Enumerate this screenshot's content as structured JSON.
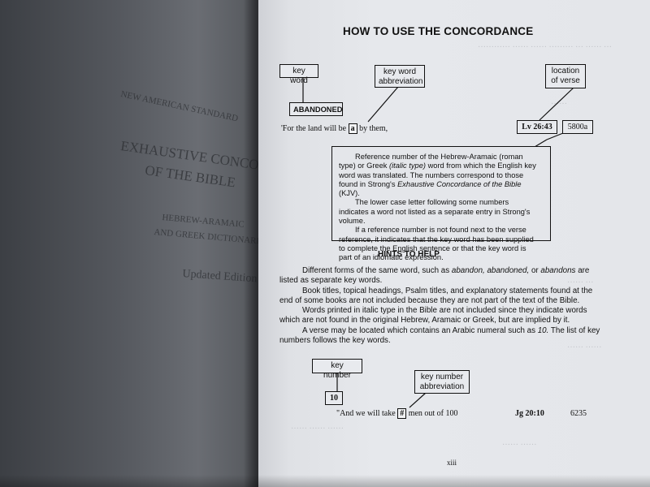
{
  "left_page": {
    "ghost_lines": [
      "NEW AMERICAN STANDARD",
      "EXHAUSTIVE CONCORDANCE",
      "OF THE BIBLE",
      "HEBREW-ARAMAIC",
      "AND GREEK DICTIONARIES",
      "Updated Edition"
    ]
  },
  "page": {
    "title": "HOW TO USE THE CONCORDANCE",
    "page_number": "xiii"
  },
  "diagram_top": {
    "key_word_label": "key word",
    "key_word_abbrev_label": "key word abbreviation",
    "location_label": "location of verse",
    "headword": "ABANDONED",
    "example_prefix": "'For the land will be",
    "example_abbrev": "a",
    "example_suffix": "by them,",
    "verse_ref": "Lv 26:43",
    "ref_number": "5800a"
  },
  "info_box": {
    "p1_a": "Reference number of the Hebrew-Aramaic (roman type) or Greek",
    "p1_italic": "(italic type)",
    "p1_b": "word from which the English key word was translated. The numbers correspond to those found in Strong's",
    "p1_italic2": "Exhaustive Concordance of the Bible",
    "p1_c": "(KJV).",
    "p2": "The lower case letter following some numbers indicates a word not listed as a separate entry in Strong's volume.",
    "p3": "If a reference number is not found next to the verse reference, it indicates that the key word has been supplied to complete the English sentence or that the key word is part of an idiomatic expression."
  },
  "hints": {
    "heading": "HINTS TO HELP",
    "h1_a": "Different forms of the same word, such as",
    "h1_i1": "abandon, abandoned,",
    "h1_b": "or",
    "h1_i2": "abandons",
    "h1_c": "are listed as separate key words.",
    "h2": "Book titles, topical headings, Psalm titles, and explanatory statements found at the end of some books are not included because they are not part of the text of the Bible.",
    "h3": "Words printed in italic type in the Bible are not included since they indicate words which are not found in the original Hebrew, Aramaic or Greek, but are implied by it.",
    "h4_a": "A verse may be located which contains an Arabic numeral such as",
    "h4_i": "10.",
    "h4_b": "The list of key numbers follows the key words."
  },
  "diagram_bottom": {
    "key_number_label": "key number",
    "key_number_abbrev_label": "key number abbreviation",
    "headnumber": "10",
    "example_prefix": "\"And we will take",
    "example_abbrev": "#",
    "example_suffix": "men out of 100",
    "verse_ref": "Jg 20:10",
    "ref_number": "6235"
  }
}
